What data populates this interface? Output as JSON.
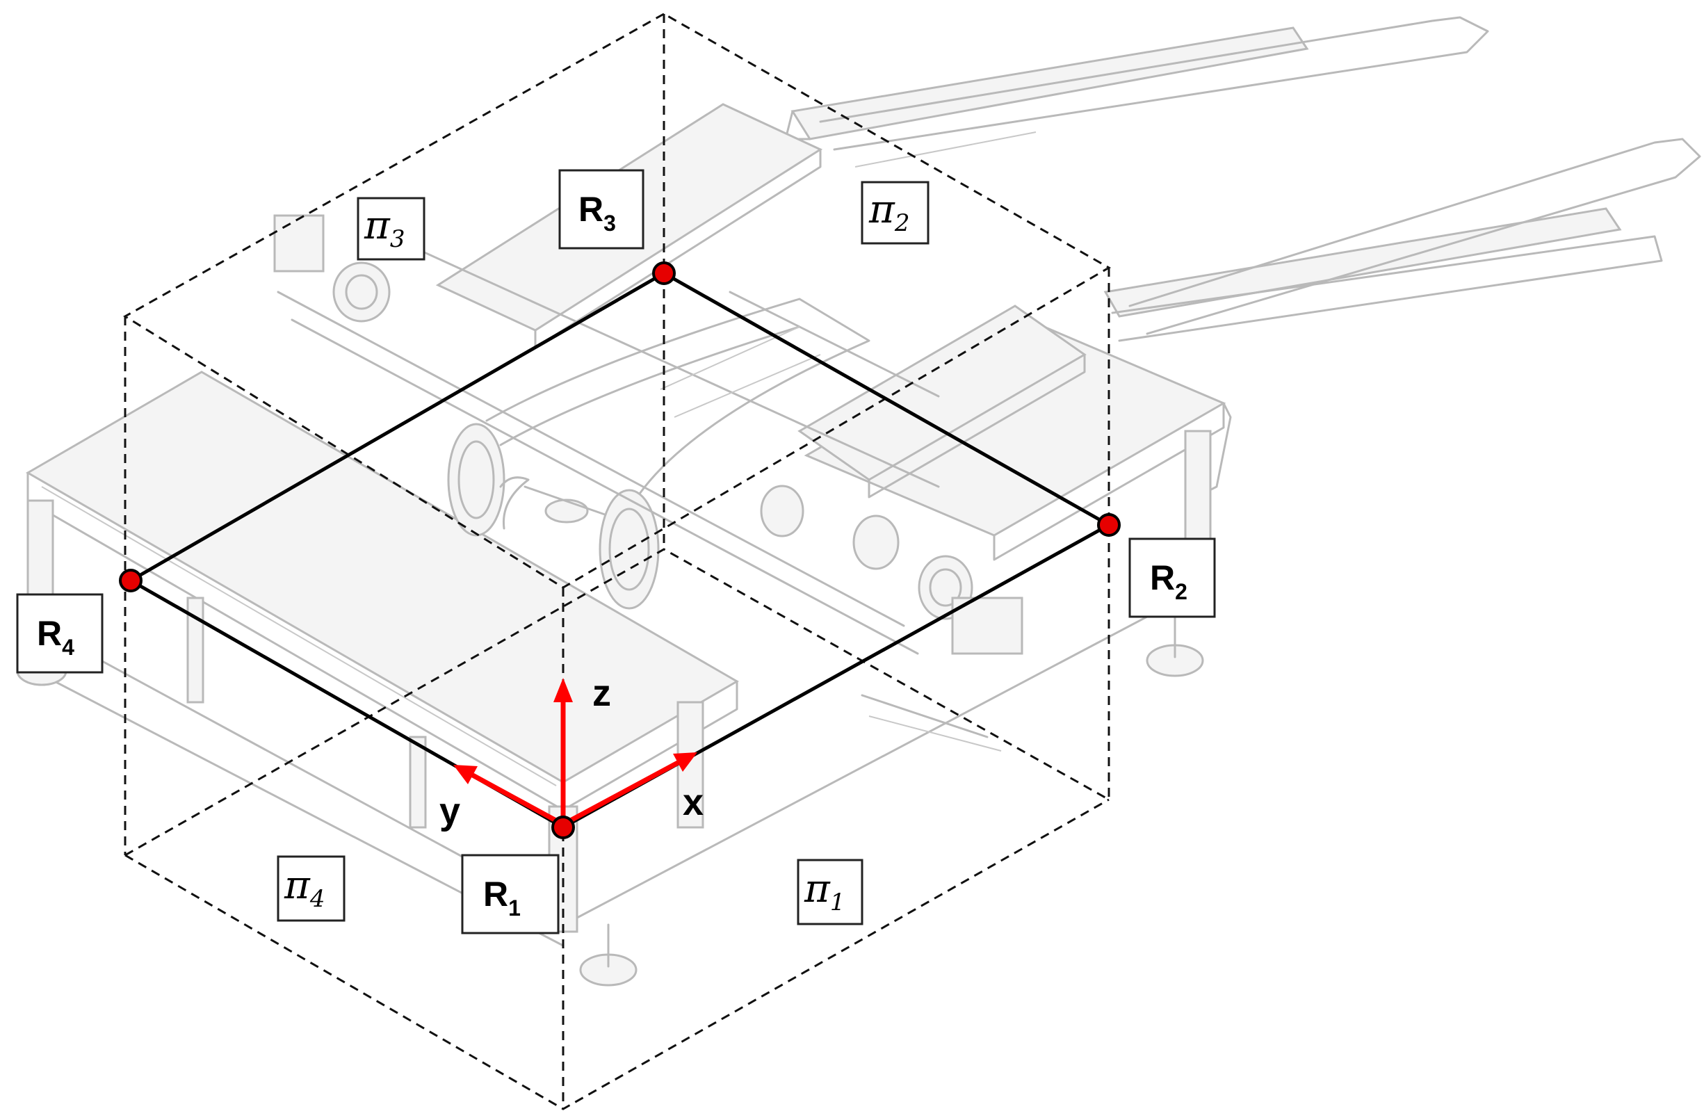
{
  "diagram": {
    "reference_points": [
      {
        "id": "R1",
        "base": "R",
        "sub": "1"
      },
      {
        "id": "R2",
        "base": "R",
        "sub": "2"
      },
      {
        "id": "R3",
        "base": "R",
        "sub": "3"
      },
      {
        "id": "R4",
        "base": "R",
        "sub": "4"
      }
    ],
    "planes": [
      {
        "id": "pi1",
        "base": "π",
        "sub": "1"
      },
      {
        "id": "pi2",
        "base": "π",
        "sub": "2"
      },
      {
        "id": "pi3",
        "base": "π",
        "sub": "3"
      },
      {
        "id": "pi4",
        "base": "π",
        "sub": "4"
      }
    ],
    "axes": {
      "x": "x",
      "y": "y",
      "z": "z"
    },
    "colors": {
      "axis": "#ff0000",
      "point_fill": "#e60000",
      "frame": "#000000",
      "machine_outline": "#b9b9b9"
    }
  }
}
